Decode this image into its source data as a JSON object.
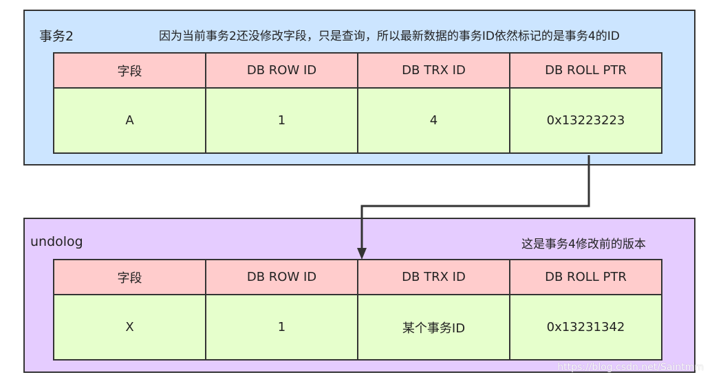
{
  "top_block": {
    "label": "事务2",
    "note": "因为当前事务2还没修改字段，只是查询，所以最新数据的事务ID依然标记的是事务4的ID",
    "headers": [
      "字段",
      "DB ROW ID",
      "DB TRX ID",
      "DB ROLL PTR"
    ],
    "values": [
      "A",
      "1",
      "4",
      "0x13223223"
    ]
  },
  "bottom_block": {
    "label": "undolog",
    "note": "这是事务4修改前的版本",
    "headers": [
      "字段",
      "DB ROW ID",
      "DB TRX ID",
      "DB ROLL PTR"
    ],
    "values": [
      "X",
      "1",
      "某个事务ID",
      "0x13231342"
    ]
  },
  "watermark": "https://blog.csdn.net/Saintmm",
  "colors": {
    "top_panel": "#cce5ff",
    "bottom_panel": "#e5ccff",
    "header_cell": "#ffcccc",
    "value_cell": "#e6ffcc",
    "border": "#333333"
  }
}
